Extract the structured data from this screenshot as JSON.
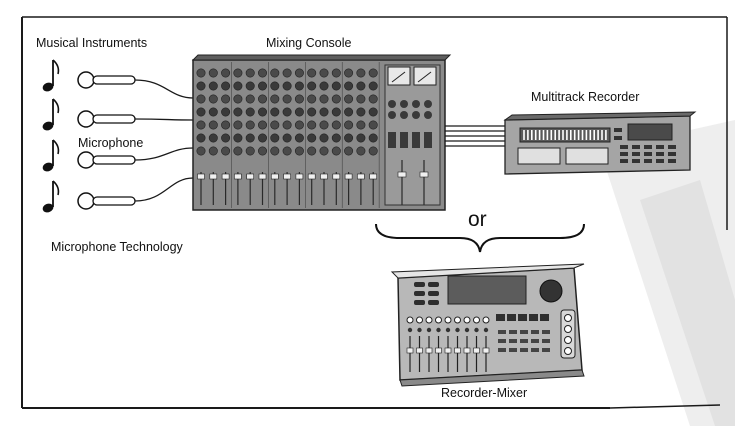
{
  "labels": {
    "instruments": "Musical Instruments",
    "microphone": "Microphone",
    "mic_tech": "Microphone Technology",
    "console": "Mixing Console",
    "multitrack": "Multitrack Recorder",
    "or": "or",
    "recorder_mixer": "Recorder-Mixer"
  },
  "icons": {
    "note": "music-note-icon",
    "mic": "microphone-icon",
    "console": "mixing-console-icon",
    "multitrack": "multitrack-recorder-icon",
    "recorder_mixer": "recorder-mixer-icon"
  },
  "colors": {
    "line": "#1a1a1a",
    "device_dark": "#6e6e6e",
    "device_mid": "#b4b4b4",
    "device_light": "#dedede",
    "watermark": "#ececec"
  }
}
